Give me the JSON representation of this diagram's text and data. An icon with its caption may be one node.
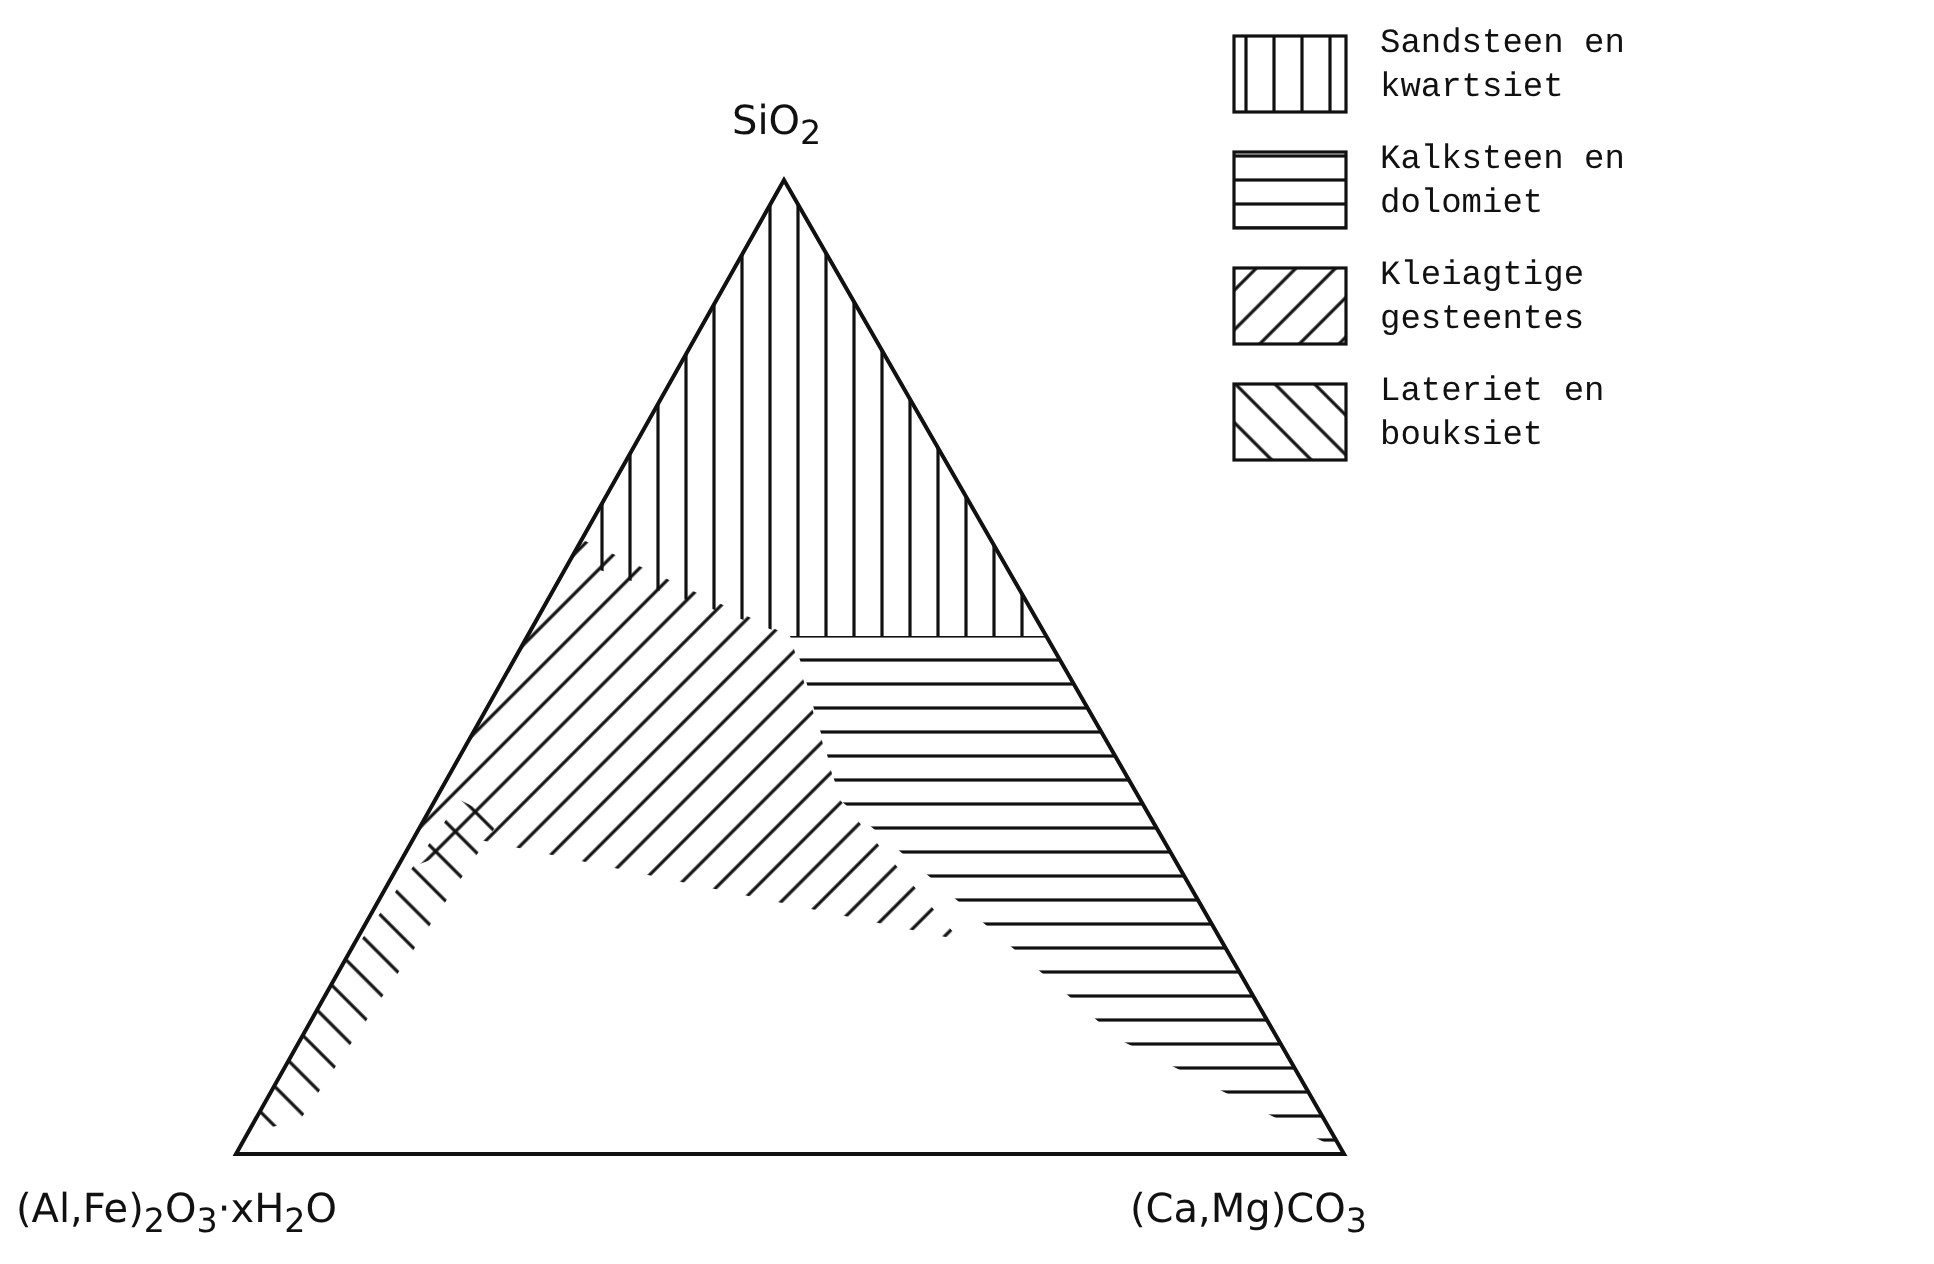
{
  "diagram": {
    "labels": [
      "SiO$_{2}$",
      "(Al,Fe)$_{2}$O$_{3}$·xH$_{2}$O",
      "(Ca,Mg)CO$_{3}$"
    ],
    "legend": [
      {
        "text": "Sandsteen en kwartsiet"
      },
      {
        "text": "Kalksteen en dolomiet"
      },
      {
        "text": "Kleiagtige gesteentes"
      },
      {
        "text": "Lateriet en bouksiet"
      }
    ]
  }
}
